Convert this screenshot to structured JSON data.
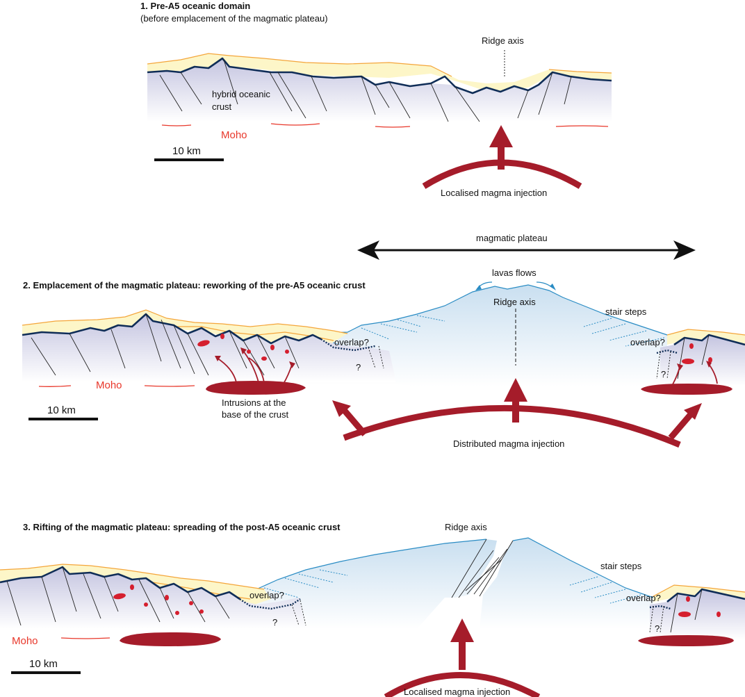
{
  "panel1": {
    "title": "1. Pre-A5 oceanic domain",
    "subtitle": "(before emplacement of the magmatic plateau)",
    "ridge_axis": "Ridge axis",
    "crust_label_line1": "hybrid oceanic",
    "crust_label_line2": "crust",
    "moho": "Moho",
    "scale": "10 km",
    "magma": "Localised magma injection"
  },
  "panel2": {
    "title": "2. Emplacement of the magmatic plateau: reworking of the pre-A5 oceanic crust",
    "plateau_label": "magmatic plateau",
    "lavas": "lavas flows",
    "ridge_axis": "Ridge axis",
    "stair_steps": "stair steps",
    "overlap_left": "overlap?",
    "overlap_right": "overlap?",
    "question_left": "?",
    "question_right": "?",
    "moho": "Moho",
    "scale": "10 km",
    "intrusions_line1": "Intrusions at the",
    "intrusions_line2": "base of the crust",
    "magma": "Distributed magma injection"
  },
  "panel3": {
    "title": "3. Rifting of the magmatic plateau: spreading of the post-A5 oceanic crust",
    "ridge_axis": "Ridge axis",
    "stair_steps": "stair steps",
    "overlap_left": "overlap?",
    "overlap_right": "overlap?",
    "question_left": "?",
    "question_right": "?",
    "moho": "Moho",
    "scale": "10 km",
    "magma": "Localised magma injection"
  },
  "colors": {
    "crust_top": "#c9c9e3",
    "plateau": "#cfe3f1",
    "sediment": "#fdf6c8",
    "sediment_line": "#f4a53a",
    "basement_line": "#0f2d57",
    "moho": "#e8372a",
    "magma": "#a51c2a",
    "plateau_line": "#2a8cc4"
  }
}
